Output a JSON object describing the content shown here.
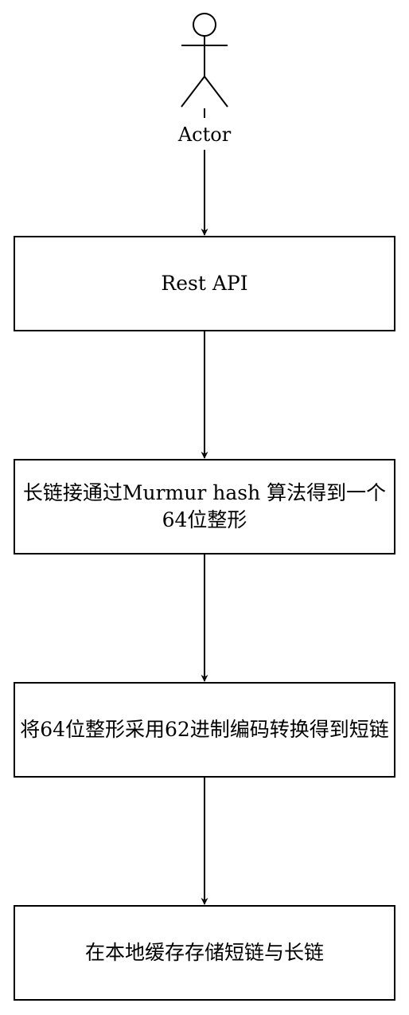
{
  "diagram": {
    "actor": {
      "label": "Actor"
    },
    "nodes": [
      {
        "id": "rest-api",
        "label": "Rest API"
      },
      {
        "id": "murmur-hash",
        "label": "长链接通过Murmur hash 算法得到一个64位整形"
      },
      {
        "id": "base62-encode",
        "label": "将64位整形采用62进制编码转换得到短链"
      },
      {
        "id": "store-local",
        "label": "在本地缓存存储短链与长链"
      }
    ],
    "edges": [
      {
        "from": "actor",
        "to": "rest-api"
      },
      {
        "from": "rest-api",
        "to": "murmur-hash"
      },
      {
        "from": "murmur-hash",
        "to": "base62-encode"
      },
      {
        "from": "base62-encode",
        "to": "store-local"
      }
    ]
  }
}
